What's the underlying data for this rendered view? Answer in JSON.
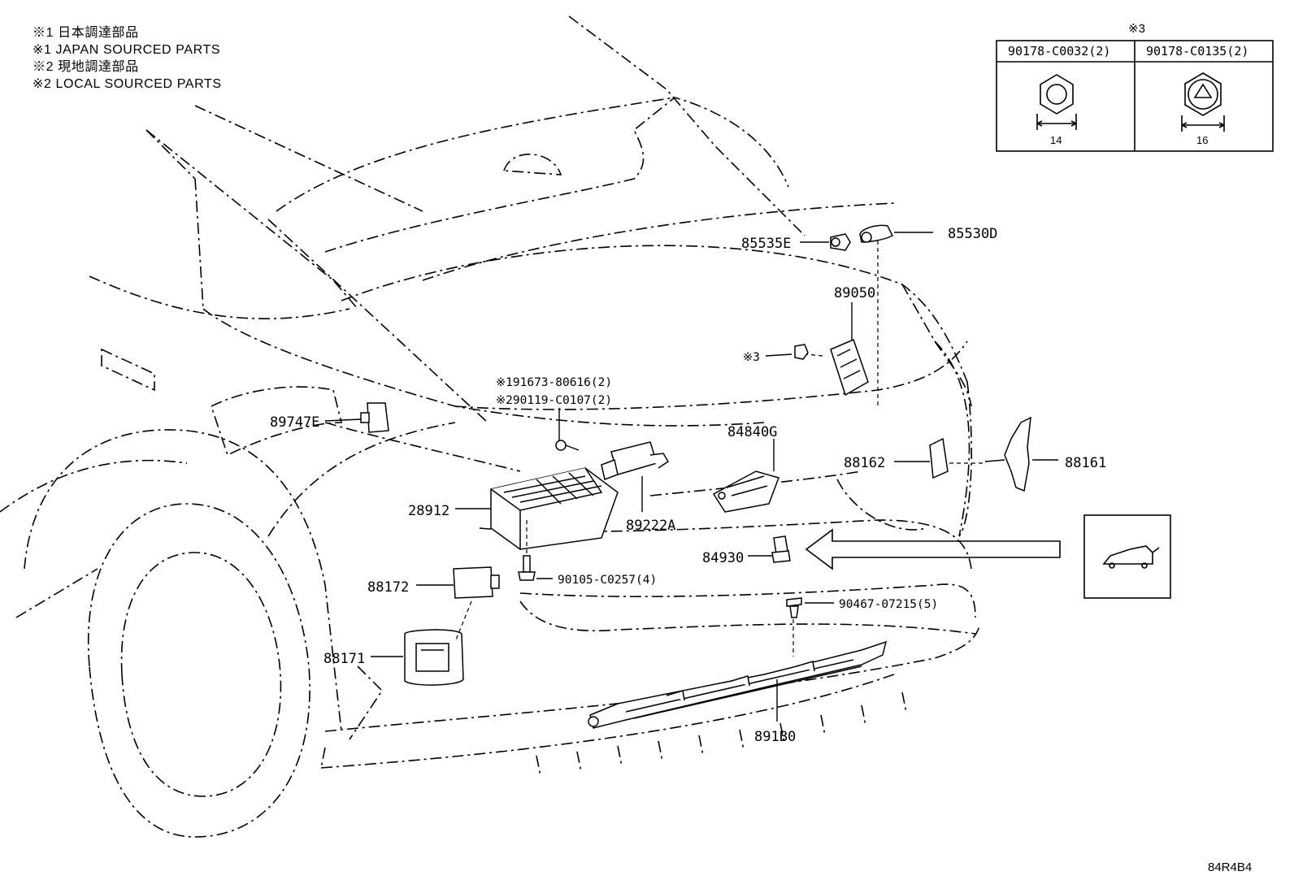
{
  "notes": [
    "※1 日本調達部品",
    "※1 JAPAN SOURCED PARTS",
    "※2 現地調達部品",
    "※2 LOCAL SOURCED PARTS"
  ],
  "fastener_table": {
    "mark": "※3",
    "columns": [
      {
        "part": "90178-C0032(2)",
        "size": "14"
      },
      {
        "part": "90178-C0135(2)",
        "size": "16"
      }
    ]
  },
  "labels": {
    "p85535E": "85535E",
    "p85530D": "85530D",
    "p89050": "89050",
    "mark3": "※3",
    "p89747E": "89747E",
    "n191673": "※191673-80616(2)",
    "n290119": "※290119-C0107(2)",
    "p84840G": "84840G",
    "p88162": "88162",
    "p88161": "88161",
    "p28912": "28912",
    "p89222A": "89222A",
    "p84930": "84930",
    "p90105": "90105-C0257(4)",
    "p88172": "88172",
    "p90467": "90467-07215(5)",
    "p88171": "88171",
    "p891B0": "891B0"
  },
  "diagram_code": "84R4B4"
}
